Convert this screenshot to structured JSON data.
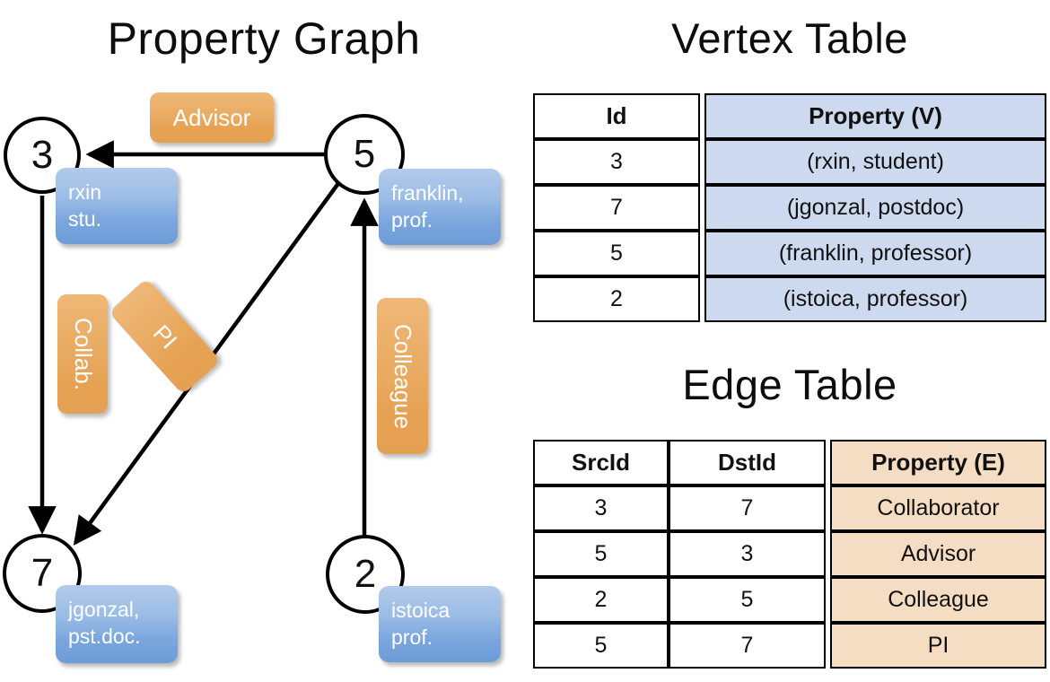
{
  "titles": {
    "property_graph": "Property Graph",
    "vertex_table": "Vertex Table",
    "edge_table": "Edge Table"
  },
  "graph": {
    "nodes": [
      {
        "id": "3",
        "property_lines": [
          "rxin",
          "stu."
        ]
      },
      {
        "id": "5",
        "property_lines": [
          "franklin,",
          "prof."
        ]
      },
      {
        "id": "7",
        "property_lines": [
          "jgonzal,",
          "pst.doc."
        ]
      },
      {
        "id": "2",
        "property_lines": [
          "istoica",
          "prof."
        ]
      }
    ],
    "edge_labels": [
      {
        "name": "advisor",
        "text": "Advisor",
        "orientation": "horizontal"
      },
      {
        "name": "collab",
        "text": "Collab.",
        "orientation": "vertical"
      },
      {
        "name": "pi",
        "text": "PI",
        "orientation": "diagonal"
      },
      {
        "name": "colleague",
        "text": "Colleague",
        "orientation": "vertical"
      }
    ],
    "edges": [
      {
        "src": "5",
        "dst": "3",
        "label": "Advisor"
      },
      {
        "src": "3",
        "dst": "7",
        "label": "Collab."
      },
      {
        "src": "5",
        "dst": "7",
        "label": "PI"
      },
      {
        "src": "2",
        "dst": "5",
        "label": "Colleague"
      }
    ]
  },
  "vertex_table": {
    "headers": [
      "Id",
      "Property (V)"
    ],
    "rows": [
      {
        "id": "3",
        "property": "(rxin, student)"
      },
      {
        "id": "7",
        "property": "(jgonzal, postdoc)"
      },
      {
        "id": "5",
        "property": "(franklin, professor)"
      },
      {
        "id": "2",
        "property": "(istoica, professor)"
      }
    ]
  },
  "edge_table": {
    "headers": [
      "SrcId",
      "DstId",
      "Property (E)"
    ],
    "rows": [
      {
        "src": "3",
        "dst": "7",
        "property": "Collaborator"
      },
      {
        "src": "5",
        "dst": "3",
        "property": "Advisor"
      },
      {
        "src": "2",
        "dst": "5",
        "property": "Colleague"
      },
      {
        "src": "5",
        "dst": "7",
        "property": "PI"
      }
    ]
  },
  "colors": {
    "vertex_property_fill": "#ccd9ef",
    "edge_property_fill": "#f5ddc3",
    "node_box_blue": "#7aa6dd",
    "edge_label_orange": "#e9ab62",
    "stroke": "#000000"
  }
}
